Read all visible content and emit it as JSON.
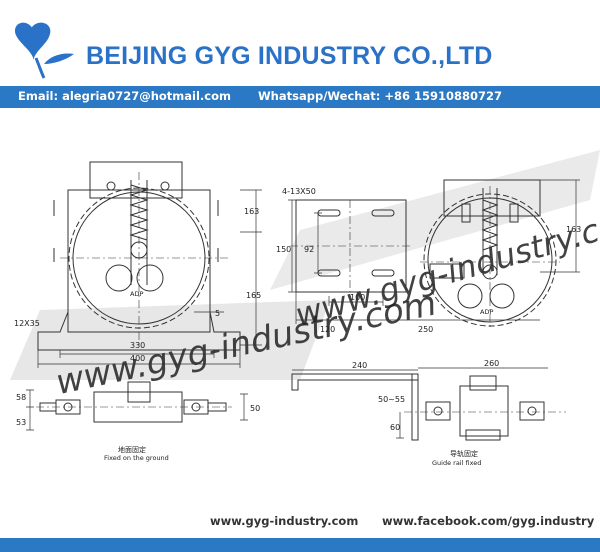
{
  "header": {
    "company": "BEIJING GYG INDUSTRY CO.,LTD",
    "email": "Email: alegria0727@hotmail.com",
    "whatsapp": "Whatsapp/Wechat:  +86 15910880727",
    "colors": {
      "brand": "#2b78c4",
      "title": "#2a72c8"
    }
  },
  "drawing": {
    "watermark_left": "www.gyg-industry.com",
    "watermark_right": "www.gyg-industry.com",
    "front_view": {
      "dims": {
        "d163": "163",
        "d165": "165",
        "d5": "5",
        "d12x35": "12X35",
        "d330": "330",
        "d400": "400"
      },
      "adp": "ADP"
    },
    "plate_view": {
      "d4_13x50": "4-13X50",
      "d150": "150",
      "d92": "92",
      "d100": "100",
      "d120": "120",
      "d250": "250"
    },
    "side_view": {
      "d163": "163",
      "adp": "ADP"
    },
    "ground_plan": {
      "d58": "58",
      "d53": "53",
      "d50": "50",
      "caption_cn": "地面固定",
      "caption_en": "Fixed on the ground"
    },
    "rail_plan": {
      "d240": "240",
      "d260": "260",
      "d50_55": "50~55",
      "d60": "60",
      "caption_cn": "导轨固定",
      "caption_en": "Guide rail fixed"
    }
  },
  "footer": {
    "website": "www.gyg-industry.com",
    "facebook": "www.facebook.com/gyg.industry"
  }
}
